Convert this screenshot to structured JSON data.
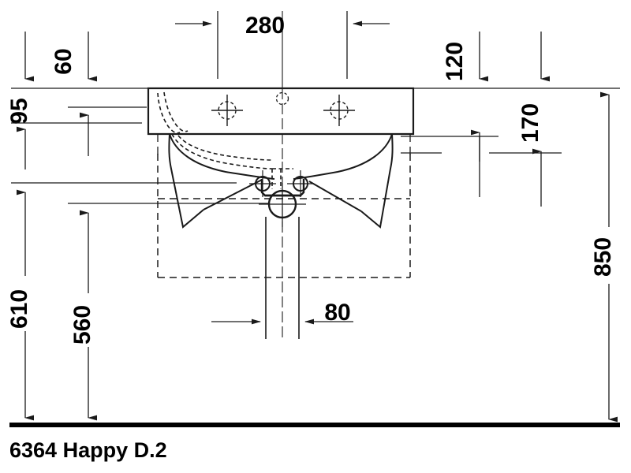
{
  "drawing": {
    "caption": "6364 Happy D.2",
    "product_number": "6364",
    "product_name": "Happy D.2",
    "units": "mm",
    "line_color": "#1a1a1a",
    "floor_color": "#000000",
    "background": "#ffffff"
  },
  "dimensions": {
    "top_width": {
      "label": "280",
      "orientation": "horizontal",
      "value": 280
    },
    "depth_60": {
      "label": "60",
      "orientation": "vertical",
      "value": 60
    },
    "depth_95": {
      "label": "95",
      "orientation": "vertical",
      "value": 95
    },
    "right_120": {
      "label": "120",
      "orientation": "vertical",
      "value": 120
    },
    "right_170": {
      "label": "170",
      "orientation": "vertical",
      "value": 170
    },
    "height_850": {
      "label": "850",
      "orientation": "vertical",
      "value": 850
    },
    "height_610": {
      "label": "610",
      "orientation": "vertical",
      "value": 610
    },
    "height_560": {
      "label": "560",
      "orientation": "vertical",
      "value": 560
    },
    "spacing_80": {
      "label": "80",
      "orientation": "horizontal",
      "value": 80
    }
  },
  "features": {
    "tap_hole_left": "tap-hole",
    "tap_hole_right": "tap-hole",
    "overflow": "overflow-hole",
    "drain_outlet": "drain-outlet",
    "supply_left": "water-supply-left",
    "supply_right": "water-supply-right",
    "installation_zone": "dashed-installation-outline",
    "floor_line": "floor-reference-line",
    "basin_body": "washbasin-cross-section"
  }
}
